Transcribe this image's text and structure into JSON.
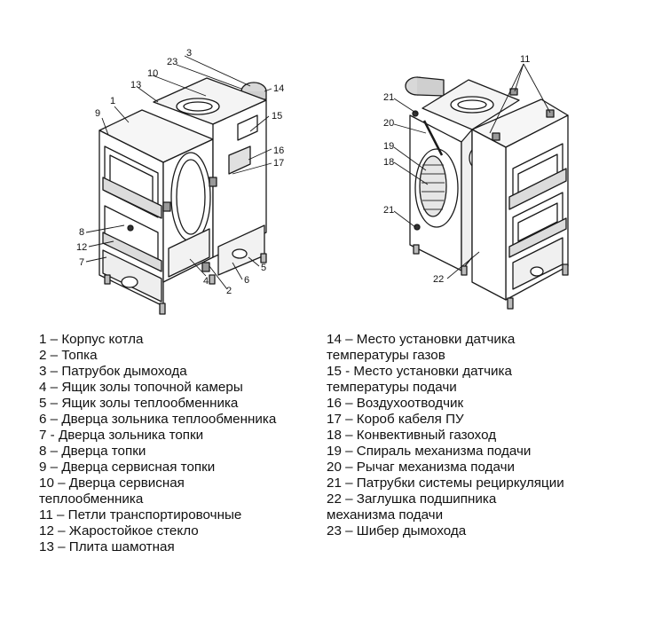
{
  "figure": {
    "left_callouts": [
      "1",
      "2",
      "3",
      "4",
      "5",
      "6",
      "7",
      "8",
      "9",
      "10",
      "12",
      "13",
      "14",
      "15",
      "16",
      "17",
      "23"
    ],
    "right_callouts": [
      "11",
      "18",
      "19",
      "20",
      "21",
      "21",
      "22"
    ]
  },
  "legend": {
    "left": [
      "1 – Корпус котла",
      "2 – Топка",
      "3 – Патрубок дымохода",
      "4 – Ящик золы топочной камеры",
      "5 – Ящик золы теплообменника",
      "6 – Дверца зольника теплообменника",
      "7 - Дверца зольника топки",
      "8 – Дверца топки",
      "9 – Дверца сервисная топки",
      "10 – Дверца сервисная",
      "теплообменника",
      "11 – Петли транспортировочные",
      "12 – Жаростойкое стекло",
      "13 – Плита шамотная"
    ],
    "right": [
      "14 – Место установки датчика",
      "температуры газов",
      "15 - Место установки датчика",
      "температуры подачи",
      "16 – Воздухоотводчик",
      "17 – Короб кабеля ПУ",
      "18 – Конвективный газоход",
      "19 – Спираль механизма подачи",
      "20 – Рычаг механизма подачи",
      "21 – Патрубки системы рециркуляции",
      "22 – Заглушка подшипника",
      "механизма подачи",
      "23 – Шибер дымохода"
    ]
  }
}
